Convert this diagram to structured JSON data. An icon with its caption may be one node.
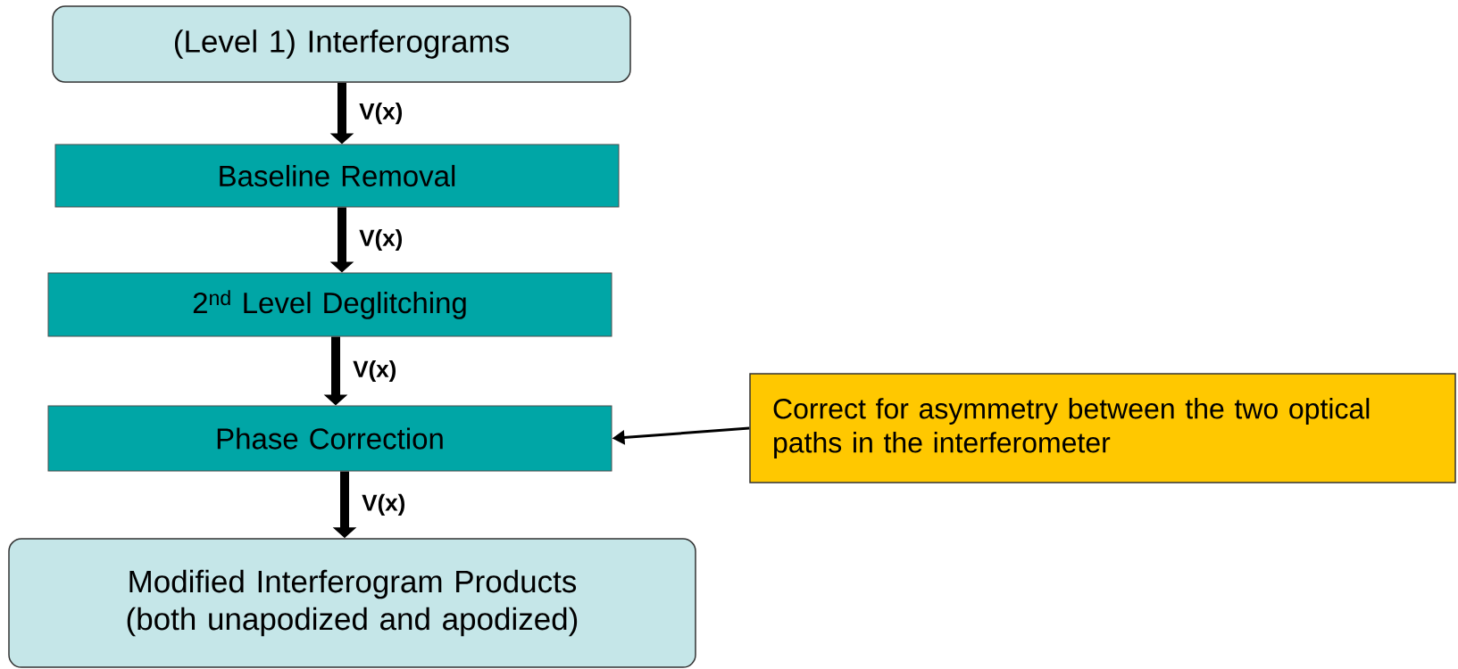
{
  "diagram": {
    "nodes": [
      {
        "text": [
          "(Level 1) Interferograms"
        ]
      },
      {
        "text": [
          "Baseline Removal"
        ]
      },
      {
        "text": [
          "2$^{nd}$ Level Deglitching"
        ]
      },
      {
        "text": [
          "Phase Correction"
        ]
      },
      {
        "text": [
          "Modified Interferogram Products (both unapodized and apodized)"
        ]
      },
      {
        "text": [
          "Correct for asymmetry between the two optical paths in the interferometer"
        ]
      }
    ],
    "edges": [
      {
        "from": 0,
        "to": 1,
        "arrow": "to",
        "label": "V(x)"
      },
      {
        "from": 1,
        "to": 2,
        "arrow": "to",
        "label": "V(x)"
      },
      {
        "from": 2,
        "to": 3,
        "arrow": "to",
        "label": "V(x)"
      },
      {
        "from": 3,
        "to": 4,
        "arrow": "to",
        "label": "V(x)"
      },
      {
        "from": 5,
        "to": 3,
        "arrow": "to"
      }
    ]
  }
}
